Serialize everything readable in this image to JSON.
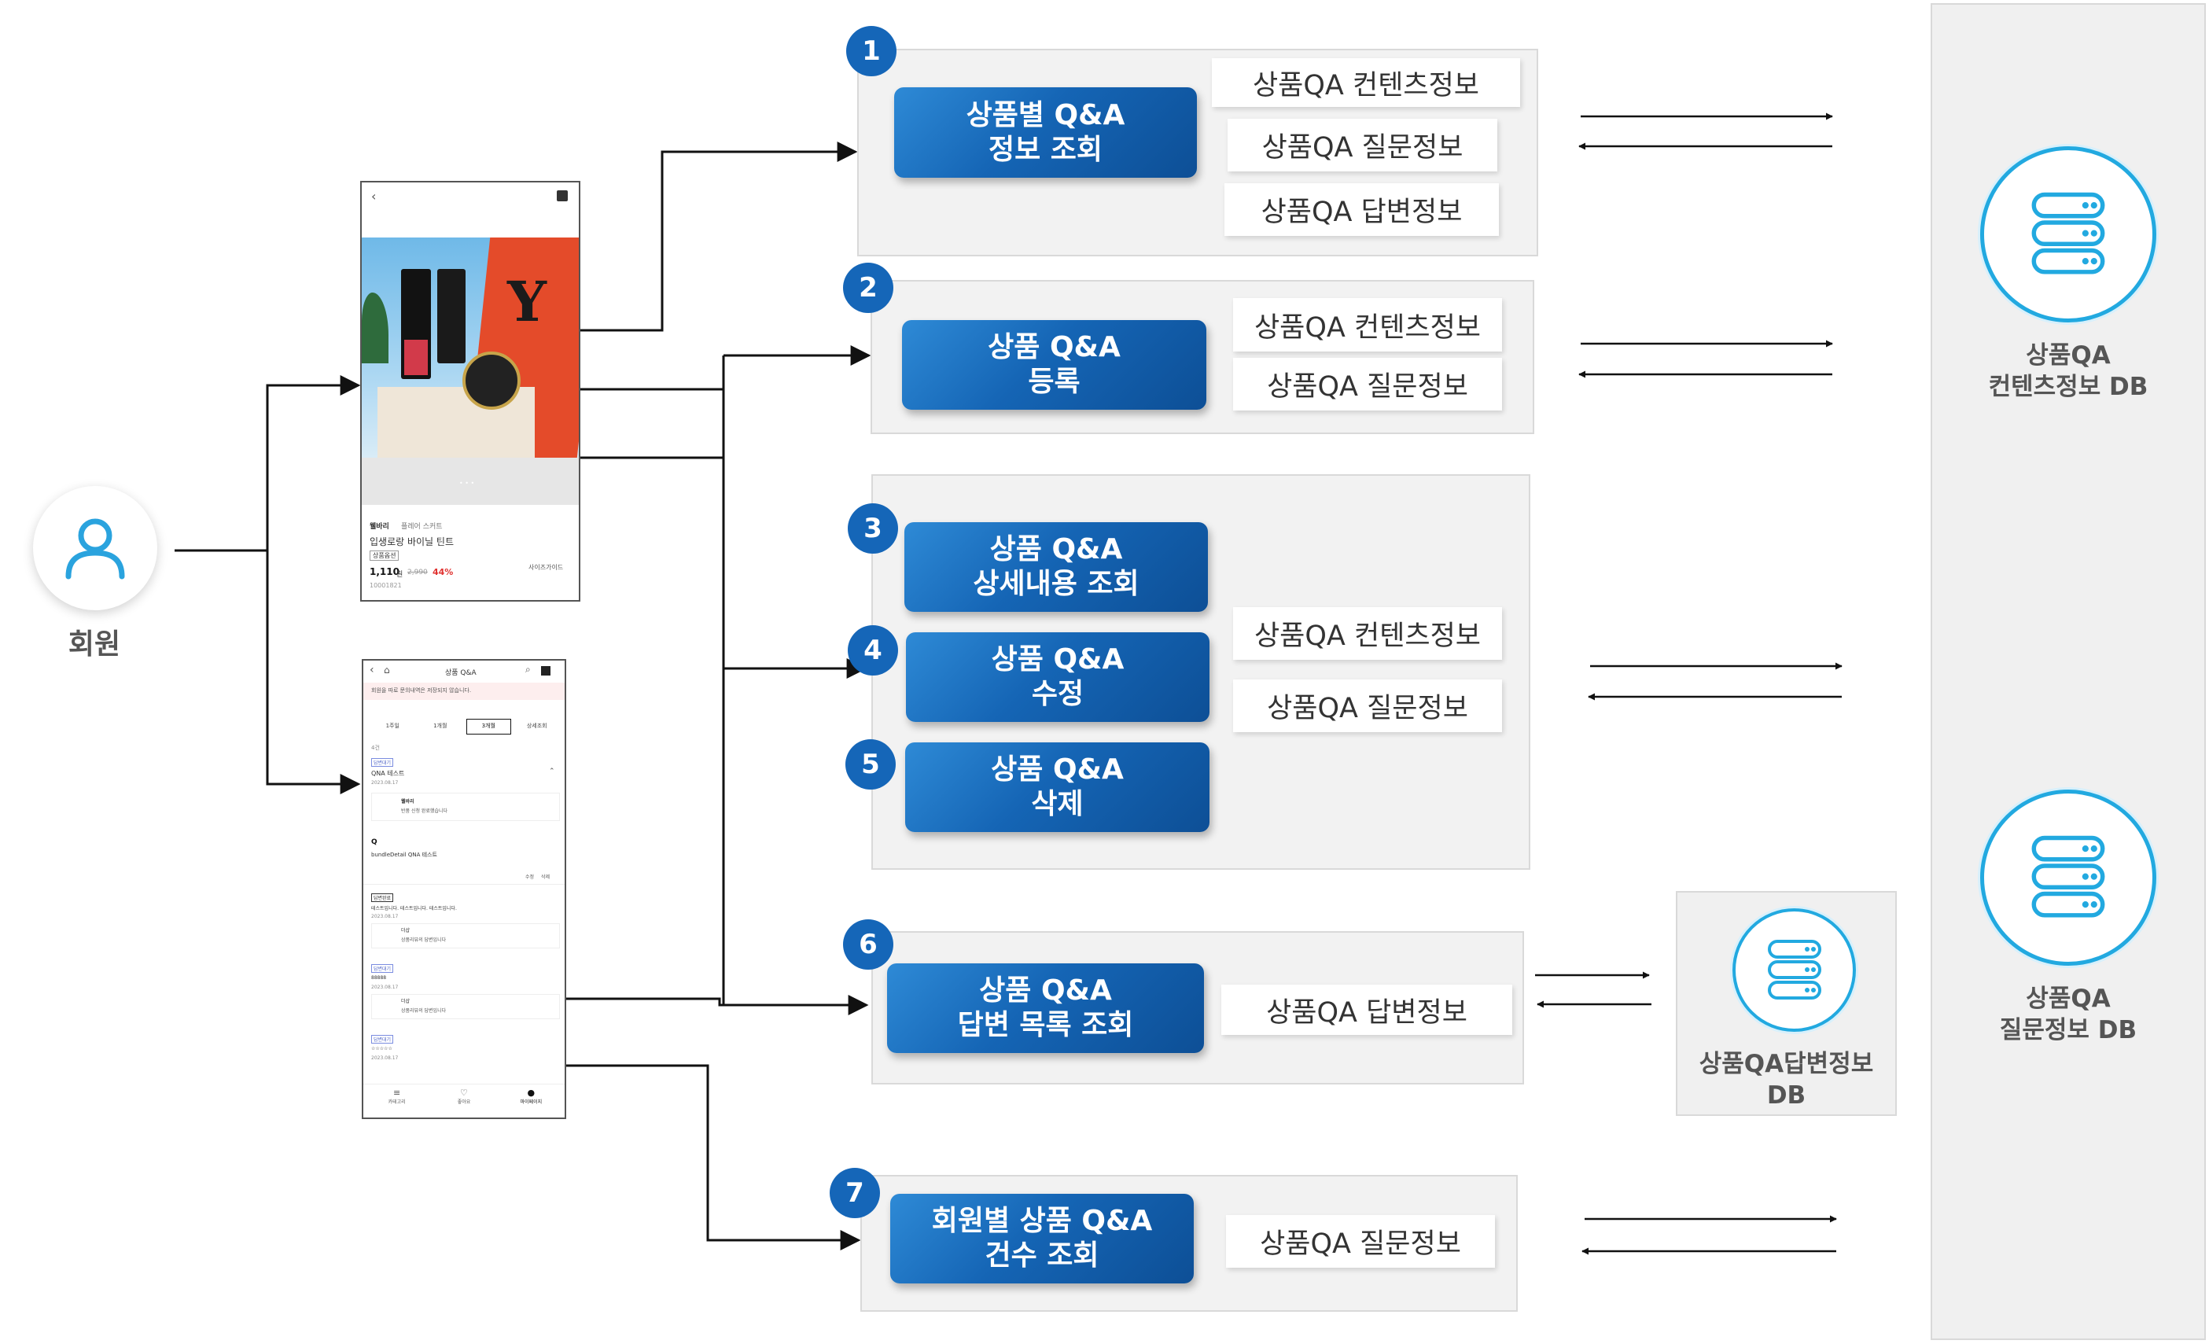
{
  "member": {
    "label": "회원",
    "icon": "user-icon"
  },
  "product_screen": {
    "brand": "웰바리",
    "tag": "플레어 스커트",
    "name": "입생로랑 바이닐 틴트",
    "chip": "상품옵션",
    "price": "1,110",
    "price_unit": "원",
    "price_old": "2,990",
    "discount": "44%",
    "size_guide": "사이즈가이드",
    "code": "10001821",
    "dots": "• • •"
  },
  "qa_screen": {
    "title": "상품 Q&A",
    "notice": "회원을 따로 문의내역은 저장되지 않습니다.",
    "periods": [
      "1주일",
      "1개월",
      "3개월",
      "상세조회"
    ],
    "count": "4건",
    "badge_pending": "답변대기",
    "badge_done": "답변완료",
    "item1_title": "QNA 테스트",
    "item1_date": "2023.08.17",
    "answer_label": "웰바리",
    "answer_text": "반품 신청 완료했습니다",
    "q_label": "Q",
    "q_text": "bundleDetail QNA 테스트",
    "edit": "수정",
    "delete": "삭제",
    "item2_title": "테스트입니다. 테스트입니다. 테스트입니다.",
    "item3_title": "88888",
    "item4_title": "☆☆☆☆☆",
    "reply_label": "더샵",
    "reply_text": "상품리뷰의 답변입니다",
    "nav": [
      "카테고리",
      "좋아요",
      "마이페이지"
    ]
  },
  "functions": [
    {
      "num": "1",
      "lines": [
        "상품별 Q&A",
        "정보 조회"
      ]
    },
    {
      "num": "2",
      "lines": [
        "상품 Q&A",
        "등록"
      ]
    },
    {
      "num": "3",
      "lines": [
        "상품 Q&A",
        "상세내용 조회"
      ]
    },
    {
      "num": "4",
      "lines": [
        "상품 Q&A",
        "수정"
      ]
    },
    {
      "num": "5",
      "lines": [
        "상품 Q&A",
        "삭제"
      ]
    },
    {
      "num": "6",
      "lines": [
        "상품 Q&A",
        "답변 목록 조회"
      ]
    },
    {
      "num": "7",
      "lines": [
        "회원별 상품 Q&A",
        "건수 조회"
      ]
    }
  ],
  "info": {
    "content": "상품QA 컨텐츠정보",
    "question": "상품QA 질문정보",
    "answer": "상품QA 답변정보"
  },
  "databases": {
    "content_db": [
      "상품QA",
      "컨텐츠정보 DB"
    ],
    "question_db": [
      "상품QA",
      "질문정보 DB"
    ],
    "answer_db": [
      "상품QA답변정보",
      "DB"
    ]
  },
  "colors": {
    "function_blue": "#1565b5",
    "badge_blue": "#1566b8",
    "db_cyan": "#22a9e0",
    "panel_gray": "#f2f2f2",
    "discount_red": "#e0312f"
  }
}
